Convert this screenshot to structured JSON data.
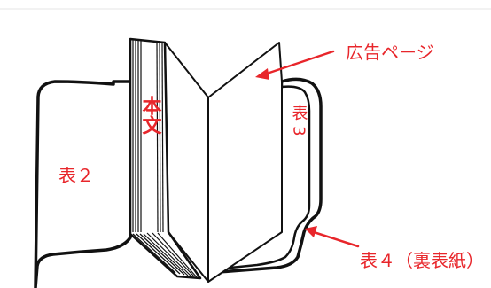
{
  "labels": {
    "ad_page": "広告ページ",
    "main_text": "本文",
    "cover_3": "表 3",
    "cover_2": "表２",
    "cover_4": "表４（裏表紙）"
  },
  "colors": {
    "label_red": "#e8262b",
    "ink": "#111111",
    "divider": "#e6e6e6",
    "page_fill": "#ffffff"
  }
}
